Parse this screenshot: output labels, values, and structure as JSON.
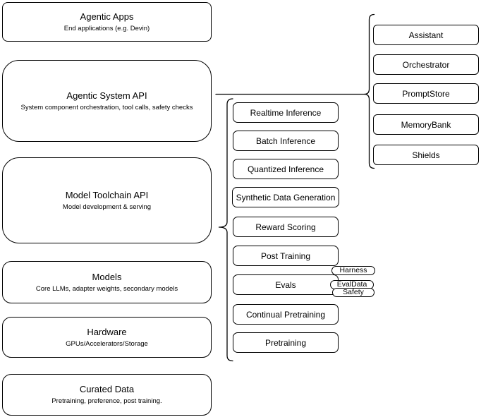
{
  "left": {
    "boxes": [
      {
        "title": "Agentic Apps",
        "subtitle": "End applications (e.g. Devin)"
      },
      {
        "title": "Agentic System API",
        "subtitle": "System component orchestration, tool calls, safety checks"
      },
      {
        "title": "Model Toolchain API",
        "subtitle": "Model development & serving"
      },
      {
        "title": "Models",
        "subtitle": "Core LLMs, adapter weights, secondary models"
      },
      {
        "title": "Hardware",
        "subtitle": "GPUs/Accelerators/Storage"
      },
      {
        "title": "Curated Data",
        "subtitle": "Pretraining, preference, post training."
      }
    ]
  },
  "middle": {
    "boxes": [
      "Realtime Inference",
      "Batch Inference",
      "Quantized Inference",
      "Synthetic Data Generation",
      "Reward Scoring",
      "Post Training",
      "Evals",
      "Continual Pretraining",
      "Pretraining"
    ],
    "tags": [
      "Harness",
      "EvalData",
      "Safety"
    ]
  },
  "right": {
    "boxes": [
      "Assistant",
      "Orchestrator",
      "PromptStore",
      "MemoryBank",
      "Shields"
    ]
  },
  "colors": {
    "stroke": "#000000",
    "fill": "#ffffff",
    "text": "#000000",
    "background": "#ffffff"
  }
}
